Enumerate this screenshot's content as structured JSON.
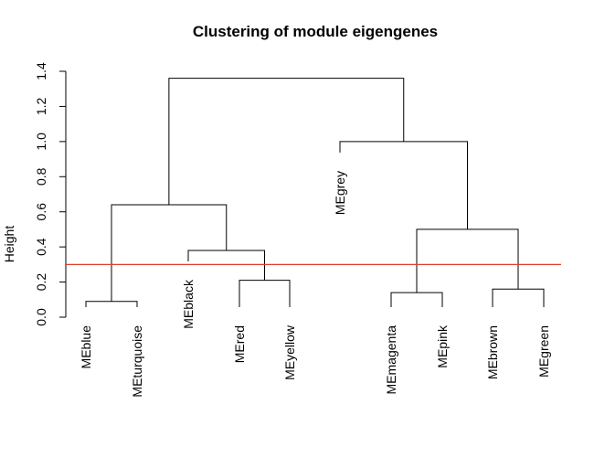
{
  "chart_data": {
    "type": "dendrogram",
    "title": "Clustering of module eigengenes",
    "ylabel": "Height",
    "xlabel": "",
    "ylim": [
      0,
      1.4
    ],
    "yticks": [
      "0.0",
      "0.2",
      "0.4",
      "0.6",
      "0.8",
      "1.0",
      "1.2",
      "1.4"
    ],
    "cut_height": 0.3,
    "cut_color": "#e0402a",
    "leaves": [
      {
        "name": "MEblue",
        "height": 0.0
      },
      {
        "name": "MEturquoise",
        "height": 0.0
      },
      {
        "name": "MEblack",
        "height": 0.26
      },
      {
        "name": "MEred",
        "height": 0.0
      },
      {
        "name": "MEyellow",
        "height": 0.0
      },
      {
        "name": "MEgrey",
        "height": 0.88
      },
      {
        "name": "MEmagenta",
        "height": 0.0
      },
      {
        "name": "MEpink",
        "height": 0.0
      },
      {
        "name": "MEbrown",
        "height": 0.0
      },
      {
        "name": "MEgreen",
        "height": 0.0
      }
    ],
    "merges": [
      {
        "left": "MEblue",
        "right": "MEturquoise",
        "height": 0.09
      },
      {
        "left": "MEred",
        "right": "MEyellow",
        "height": 0.21
      },
      {
        "left": "MEblack",
        "right": "MEred+MEyellow",
        "height": 0.38
      },
      {
        "left": "MEblue+MEturquoise",
        "right": "MEblack+MEred+MEyellow",
        "height": 0.64
      },
      {
        "left": "MEmagenta",
        "right": "MEpink",
        "height": 0.14
      },
      {
        "left": "MEbrown",
        "right": "MEgreen",
        "height": 0.16
      },
      {
        "left": "MEmagenta+MEpink",
        "right": "MEbrown+MEgreen",
        "height": 0.5
      },
      {
        "left": "MEgrey",
        "right": "MEmagenta+MEpink+MEbrown+MEgreen",
        "height": 1.0
      },
      {
        "left": "MEblue+MEturquoise+MEblack+MEred+MEyellow",
        "right": "MEgrey+MEmagenta+MEpink+MEbrown+MEgreen",
        "height": 1.36
      }
    ]
  }
}
